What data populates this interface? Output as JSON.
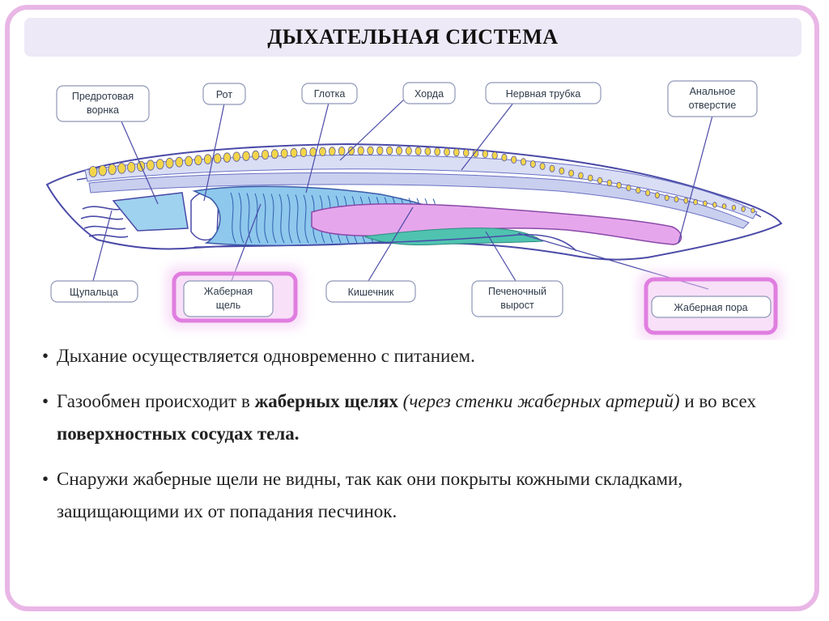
{
  "title": "ДЫХАТЕЛЬНАЯ СИСТЕМА",
  "diagram": {
    "labels": {
      "preoral_funnel": [
        "Предротовая",
        "ворнка"
      ],
      "mouth": "Рот",
      "pharynx": "Глотка",
      "notochord": "Хорда",
      "nerve_tube": "Нервная трубка",
      "anus": [
        "Анальное",
        "отверстие"
      ],
      "tentacles": "Щупальца",
      "gill_slit": [
        "Жаберная",
        "щель"
      ],
      "intestine": "Кишечник",
      "liver_outgrowth": [
        "Печеночный",
        "вырост"
      ],
      "gill_pore": "Жаберная пора"
    },
    "highlight_color": "#e89ae8"
  },
  "bullets": [
    {
      "parts": [
        {
          "t": "Дыхание осуществляется одновременно с питанием.",
          "s": ""
        }
      ]
    },
    {
      "parts": [
        {
          "t": "Газообмен происходит в ",
          "s": ""
        },
        {
          "t": "жаберных щелях",
          "s": "b"
        },
        {
          "t": " (через стенки жаберных артерий)",
          "s": "i"
        },
        {
          "t": " и во всех ",
          "s": ""
        },
        {
          "t": "поверхностных сосудах тела.",
          "s": "b"
        }
      ]
    },
    {
      "parts": [
        {
          "t": "Снаружи жаберные щели не видны, так как они покрыты кожными складками, защищающими их от попадания песчинок.",
          "s": ""
        }
      ]
    }
  ]
}
